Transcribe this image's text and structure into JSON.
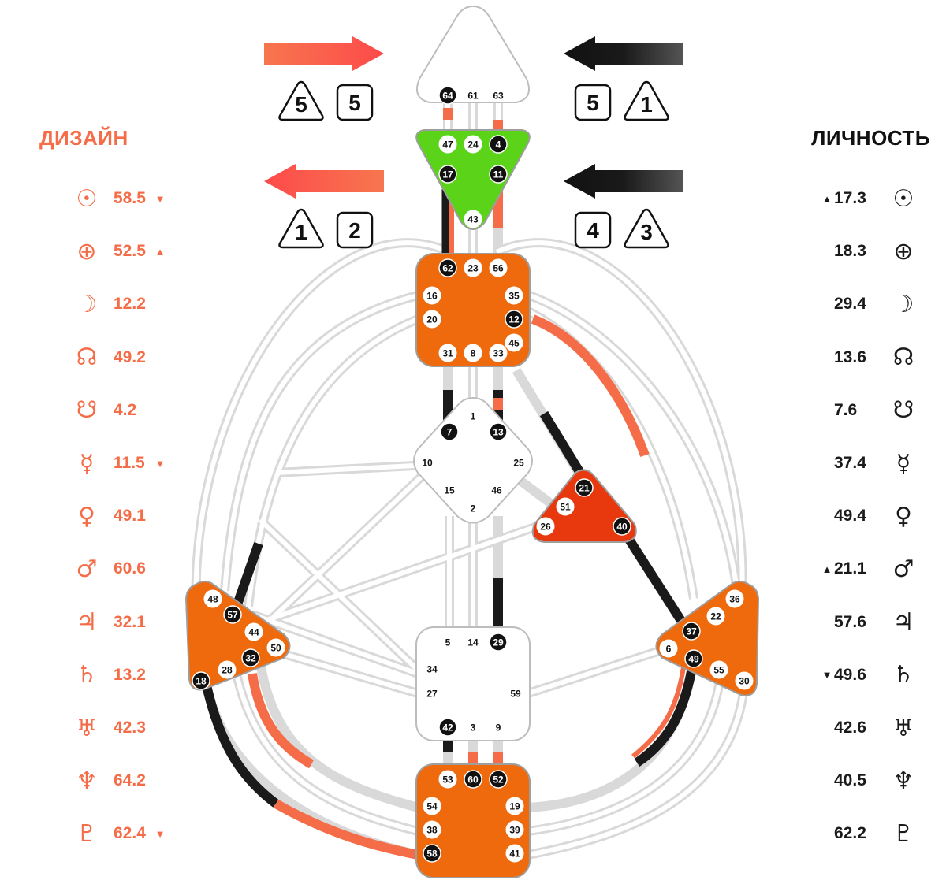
{
  "design": {
    "title": "ДИЗАЙН",
    "color": "#f46d48",
    "rows": [
      {
        "glyph": "☉",
        "icon": "sun-icon",
        "value": "58.5",
        "mark": "down"
      },
      {
        "glyph": "⊕",
        "icon": "earth-icon",
        "value": "52.5",
        "mark": "up"
      },
      {
        "glyph": "☽",
        "icon": "moon-icon",
        "value": "12.2",
        "mark": ""
      },
      {
        "glyph": "☊",
        "icon": "north-node-icon",
        "value": "49.2",
        "mark": ""
      },
      {
        "glyph": "☋",
        "icon": "south-node-icon",
        "value": "4.2",
        "mark": ""
      },
      {
        "glyph": "☿",
        "icon": "mercury-icon",
        "value": "11.5",
        "mark": "down"
      },
      {
        "glyph": "♀",
        "icon": "venus-icon",
        "value": "49.1",
        "mark": ""
      },
      {
        "glyph": "♂",
        "icon": "mars-icon",
        "value": "60.6",
        "mark": ""
      },
      {
        "glyph": "♃",
        "icon": "jupiter-icon",
        "value": "32.1",
        "mark": ""
      },
      {
        "glyph": "♄",
        "icon": "saturn-icon",
        "value": "13.2",
        "mark": ""
      },
      {
        "glyph": "♅",
        "icon": "uranus-icon",
        "value": "42.3",
        "mark": ""
      },
      {
        "glyph": "♆",
        "icon": "neptune-icon",
        "value": "64.2",
        "mark": ""
      },
      {
        "glyph": "♇",
        "icon": "pluto-icon",
        "value": "62.4",
        "mark": "down"
      }
    ]
  },
  "personality": {
    "title": "ЛИЧНОСТЬ",
    "color": "#111111",
    "rows": [
      {
        "glyph": "☉",
        "icon": "sun-icon",
        "value": "17.3",
        "mark": "up"
      },
      {
        "glyph": "⊕",
        "icon": "earth-icon",
        "value": "18.3",
        "mark": ""
      },
      {
        "glyph": "☽",
        "icon": "moon-icon",
        "value": "29.4",
        "mark": ""
      },
      {
        "glyph": "☊",
        "icon": "north-node-icon",
        "value": "13.6",
        "mark": ""
      },
      {
        "glyph": "☋",
        "icon": "south-node-icon",
        "value": "7.6",
        "mark": ""
      },
      {
        "glyph": "☿",
        "icon": "mercury-icon",
        "value": "37.4",
        "mark": ""
      },
      {
        "glyph": "♀",
        "icon": "venus-icon",
        "value": "49.4",
        "mark": ""
      },
      {
        "glyph": "♂",
        "icon": "mars-icon",
        "value": "21.1",
        "mark": "up"
      },
      {
        "glyph": "♃",
        "icon": "jupiter-icon",
        "value": "57.6",
        "mark": ""
      },
      {
        "glyph": "♄",
        "icon": "saturn-icon",
        "value": "49.6",
        "mark": "down"
      },
      {
        "glyph": "♅",
        "icon": "uranus-icon",
        "value": "42.6",
        "mark": ""
      },
      {
        "glyph": "♆",
        "icon": "neptune-icon",
        "value": "40.5",
        "mark": ""
      },
      {
        "glyph": "♇",
        "icon": "pluto-icon",
        "value": "62.2",
        "mark": ""
      }
    ]
  },
  "variables": [
    {
      "id": "top-left",
      "arrow": "right",
      "color": "design",
      "boxes": [
        {
          "shape": "triangle",
          "value": "5"
        },
        {
          "shape": "square",
          "value": "5"
        }
      ]
    },
    {
      "id": "bottom-left",
      "arrow": "left",
      "color": "design",
      "boxes": [
        {
          "shape": "triangle",
          "value": "1"
        },
        {
          "shape": "square",
          "value": "2"
        }
      ]
    },
    {
      "id": "top-right",
      "arrow": "left",
      "color": "personality",
      "boxes": [
        {
          "shape": "square",
          "value": "5"
        },
        {
          "shape": "triangle",
          "value": "1"
        }
      ]
    },
    {
      "id": "bottom-right",
      "arrow": "left",
      "color": "personality",
      "boxes": [
        {
          "shape": "square",
          "value": "4"
        },
        {
          "shape": "triangle",
          "value": "3"
        }
      ]
    }
  ],
  "colors": {
    "channel_base": "#d9d9d9",
    "design": "#f46d48",
    "personality": "#1a1a1a",
    "ajna_defined": "#5ad318",
    "motor_defined": "#ef6a0d",
    "ego_defined": "#e8380d",
    "undefined_center": "#ffffff"
  },
  "centers": [
    {
      "name": "head",
      "defined": false,
      "gates": [
        {
          "g": "64",
          "a": true
        },
        {
          "g": "61",
          "a": false
        },
        {
          "g": "63",
          "a": false
        }
      ]
    },
    {
      "name": "ajna",
      "defined": true,
      "gates": [
        {
          "g": "47",
          "a": false
        },
        {
          "g": "24",
          "a": false
        },
        {
          "g": "4",
          "a": true
        },
        {
          "g": "17",
          "a": true
        },
        {
          "g": "11",
          "a": true
        },
        {
          "g": "43",
          "a": false
        }
      ]
    },
    {
      "name": "throat",
      "defined": true,
      "gates": [
        {
          "g": "62",
          "a": true
        },
        {
          "g": "23",
          "a": false
        },
        {
          "g": "56",
          "a": false
        },
        {
          "g": "16",
          "a": false
        },
        {
          "g": "35",
          "a": false
        },
        {
          "g": "20",
          "a": false
        },
        {
          "g": "12",
          "a": true
        },
        {
          "g": "45",
          "a": false
        },
        {
          "g": "31",
          "a": false
        },
        {
          "g": "8",
          "a": false
        },
        {
          "g": "33",
          "a": false
        }
      ]
    },
    {
      "name": "g-center",
      "defined": false,
      "gates": [
        {
          "g": "1",
          "a": false
        },
        {
          "g": "7",
          "a": true
        },
        {
          "g": "13",
          "a": true
        },
        {
          "g": "10",
          "a": false
        },
        {
          "g": "25",
          "a": false
        },
        {
          "g": "15",
          "a": false
        },
        {
          "g": "46",
          "a": false
        },
        {
          "g": "2",
          "a": false
        }
      ]
    },
    {
      "name": "ego",
      "defined": true,
      "gates": [
        {
          "g": "21",
          "a": true
        },
        {
          "g": "51",
          "a": false
        },
        {
          "g": "26",
          "a": false
        },
        {
          "g": "40",
          "a": true
        }
      ]
    },
    {
      "name": "spleen",
      "defined": true,
      "gates": [
        {
          "g": "48",
          "a": false
        },
        {
          "g": "57",
          "a": true
        },
        {
          "g": "44",
          "a": false
        },
        {
          "g": "50",
          "a": false
        },
        {
          "g": "32",
          "a": true
        },
        {
          "g": "28",
          "a": false
        },
        {
          "g": "18",
          "a": true
        }
      ]
    },
    {
      "name": "solar-plexus",
      "defined": true,
      "gates": [
        {
          "g": "36",
          "a": false
        },
        {
          "g": "22",
          "a": false
        },
        {
          "g": "37",
          "a": true
        },
        {
          "g": "6",
          "a": false
        },
        {
          "g": "49",
          "a": true
        },
        {
          "g": "55",
          "a": false
        },
        {
          "g": "30",
          "a": false
        }
      ]
    },
    {
      "name": "sacral",
      "defined": false,
      "gates": [
        {
          "g": "5",
          "a": false
        },
        {
          "g": "14",
          "a": false
        },
        {
          "g": "29",
          "a": true
        },
        {
          "g": "34",
          "a": false
        },
        {
          "g": "27",
          "a": false
        },
        {
          "g": "59",
          "a": false
        },
        {
          "g": "42",
          "a": true
        },
        {
          "g": "3",
          "a": false
        },
        {
          "g": "9",
          "a": false
        }
      ]
    },
    {
      "name": "root",
      "defined": true,
      "gates": [
        {
          "g": "53",
          "a": false
        },
        {
          "g": "60",
          "a": true
        },
        {
          "g": "52",
          "a": true
        },
        {
          "g": "54",
          "a": false
        },
        {
          "g": "19",
          "a": false
        },
        {
          "g": "38",
          "a": false
        },
        {
          "g": "39",
          "a": false
        },
        {
          "g": "58",
          "a": true
        },
        {
          "g": "41",
          "a": false
        }
      ]
    }
  ]
}
